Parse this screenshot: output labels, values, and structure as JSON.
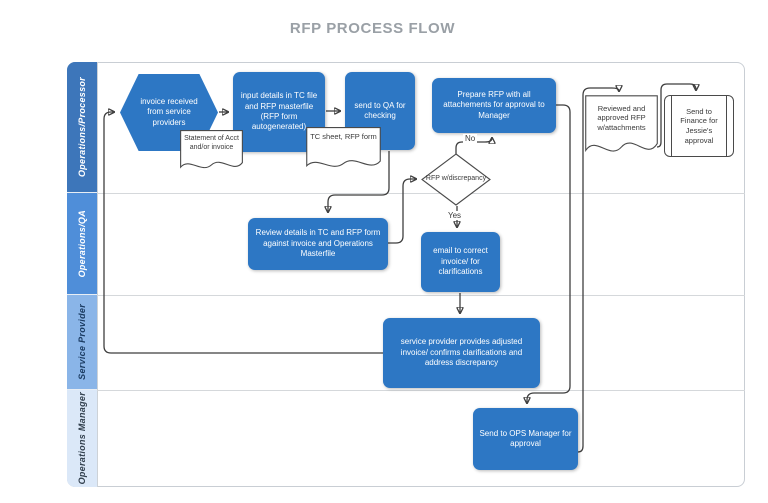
{
  "title": "RFP PROCESS FLOW",
  "colors": {
    "node_fill": "#2d77c4",
    "node_text": "#ffffff",
    "connector": "#3f3f3f",
    "frame_border": "#c9ced4",
    "title_text": "#9aa0a6"
  },
  "lanes": [
    {
      "label": "Operations/Processor",
      "color": "#3d76ba",
      "text_color": "#ffffff"
    },
    {
      "label": "Operations/QA",
      "color": "#4f8ed9",
      "text_color": "#ffffff"
    },
    {
      "label": "Service Provider",
      "color": "#8ab5e8",
      "text_color": "#1b3c63"
    },
    {
      "label": "Operations Manager",
      "color": "#dbe8f8",
      "text_color": "#33414f"
    }
  ],
  "nodes": [
    {
      "id": "invoice-received",
      "type": "hexagon",
      "lane": "Operations/Processor",
      "label": "invoice received from service providers"
    },
    {
      "id": "input-details",
      "type": "process",
      "lane": "Operations/Processor",
      "label": "input details in TC file and RFP masterfile (RFP form autogenerated)"
    },
    {
      "id": "send-to-qa",
      "type": "process",
      "lane": "Operations/Processor",
      "label": "send to QA for checking"
    },
    {
      "id": "statement-of-acct",
      "type": "document",
      "lane": "Operations/Processor",
      "label": "Statement of Acct and/or invoice"
    },
    {
      "id": "tc-sheet",
      "type": "document",
      "lane": "Operations/Processor",
      "label": "TC sheet, RFP form"
    },
    {
      "id": "prepare-rfp",
      "type": "process",
      "lane": "Operations/Processor",
      "label": "Prepare RFP with all attachements for approval to Manager"
    },
    {
      "id": "reviewed-approved-rfp",
      "type": "document",
      "lane": "Operations/Processor",
      "label": "Reviewed and approved RFP w/attachments"
    },
    {
      "id": "send-to-finance",
      "type": "predefined-process",
      "lane": "Operations/Processor",
      "label": "Send to Finance for Jessie's approval"
    },
    {
      "id": "rfp-discrepancy",
      "type": "decision",
      "lane": "Operations/Processor-QA",
      "label": "RFP w/discrepancy"
    },
    {
      "id": "review-details",
      "type": "process",
      "lane": "Operations/QA",
      "label": "Review details in TC and RFP form against invoice and Operations Masterfile"
    },
    {
      "id": "email-to-correct",
      "type": "process",
      "lane": "Operations/QA",
      "label": "email to correct invoice/ for clarifications"
    },
    {
      "id": "service-provider-provides",
      "type": "process",
      "lane": "Service Provider",
      "label": "service provider provides adjusted invoice/ confirms clarifications and address discrepancy"
    },
    {
      "id": "send-to-ops",
      "type": "process",
      "lane": "Operations Manager",
      "label": "Send to OPS Manager for approval"
    }
  ],
  "edges": [
    {
      "from": "invoice-received",
      "to": "input-details",
      "label": ""
    },
    {
      "from": "input-details",
      "to": "send-to-qa",
      "label": ""
    },
    {
      "from": "send-to-qa",
      "to": "review-details",
      "label": ""
    },
    {
      "from": "review-details",
      "to": "rfp-discrepancy",
      "label": ""
    },
    {
      "from": "rfp-discrepancy",
      "to": "prepare-rfp",
      "label": "No"
    },
    {
      "from": "rfp-discrepancy",
      "to": "email-to-correct",
      "label": "Yes"
    },
    {
      "from": "email-to-correct",
      "to": "service-provider-provides",
      "label": ""
    },
    {
      "from": "service-provider-provides",
      "to": "invoice-received",
      "label": ""
    },
    {
      "from": "prepare-rfp",
      "to": "send-to-ops",
      "label": ""
    },
    {
      "from": "send-to-ops",
      "to": "reviewed-approved-rfp",
      "label": ""
    },
    {
      "from": "reviewed-approved-rfp",
      "to": "send-to-finance",
      "label": ""
    }
  ]
}
